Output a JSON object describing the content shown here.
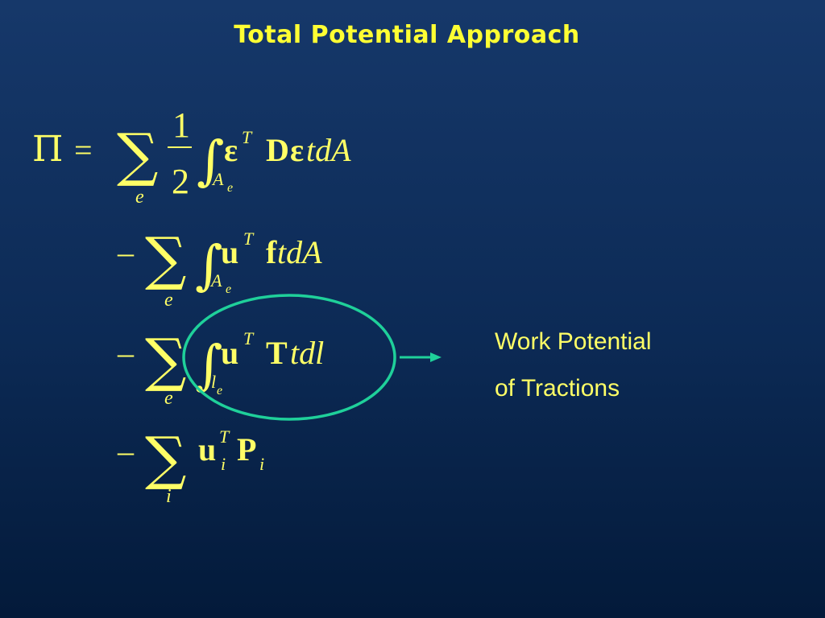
{
  "slide": {
    "title": "Total Potential Approach"
  },
  "annotation": {
    "line1": "Work Potential",
    "line2": "of Tractions"
  },
  "equation": {
    "pi": "Π",
    "equals": "=",
    "sum": "∑",
    "integral": "∫",
    "minus": "–",
    "one": "1",
    "two": "2",
    "e": "e",
    "i": "i",
    "T": "T",
    "A": "A",
    "l": "l",
    "epsilon": "ε",
    "D": "D",
    "u": "u",
    "f": "f",
    "Tvec": "T",
    "P": "P",
    "tdA": "tdA",
    "tdl": "tdl"
  },
  "colors": {
    "text": "#ffff66",
    "title": "#ffff33",
    "highlight": "#1fd09a",
    "background_top": "#16386a",
    "background_bottom": "#031a3a"
  }
}
